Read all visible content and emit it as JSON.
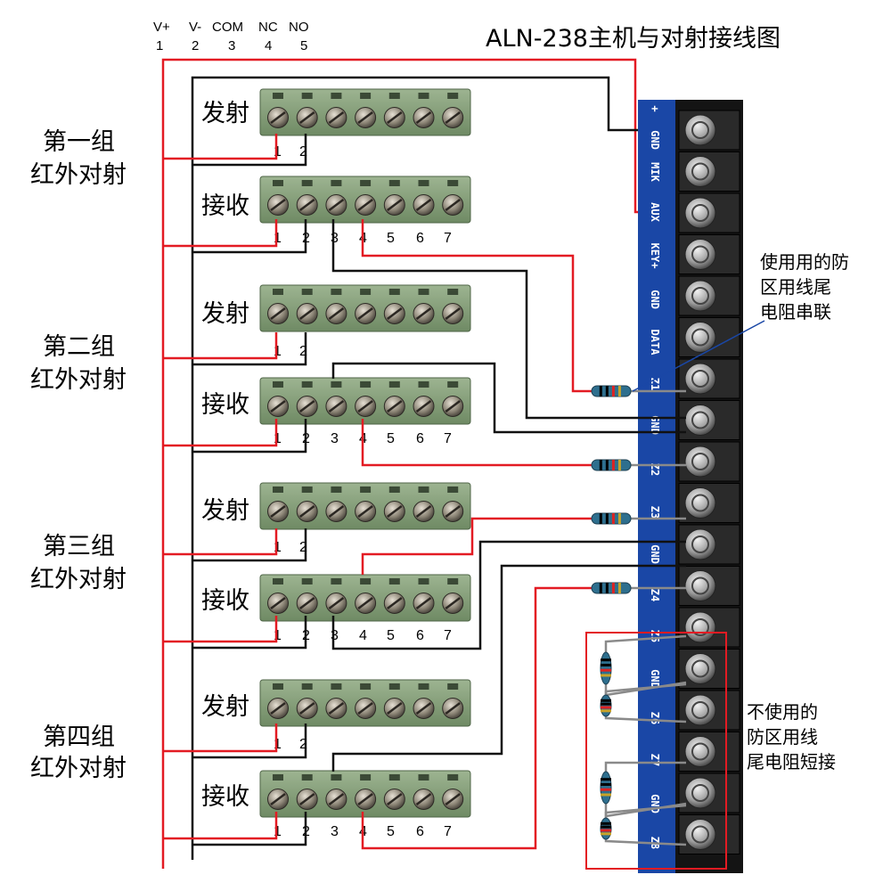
{
  "title": "ALN-238主机与对射接线图",
  "bus_headers": [
    {
      "name": "V+",
      "num": "1"
    },
    {
      "name": "V-",
      "num": "2"
    },
    {
      "name": "COM",
      "num": "3"
    },
    {
      "name": "NC",
      "num": "4"
    },
    {
      "name": "NO",
      "num": "5"
    }
  ],
  "groups": [
    {
      "line1": "第一组",
      "line2": "红外对射"
    },
    {
      "line1": "第二组",
      "line2": "红外对射"
    },
    {
      "line1": "第三组",
      "line2": "红外对射"
    },
    {
      "line1": "第四组",
      "line2": "红外对射"
    }
  ],
  "device_labels": {
    "transmitter": "发射",
    "receiver": "接收"
  },
  "terminal_numbers": [
    "1",
    "2",
    "3",
    "4",
    "5",
    "6",
    "7"
  ],
  "host_terminals": [
    "+",
    "GND",
    "MIK",
    "AUX",
    "KEY+",
    "GND",
    "DATA",
    "Z1",
    "GND",
    "Z2",
    "Z3",
    "GND",
    "Z4",
    "Z5",
    "GND",
    "Z6",
    "Z7",
    "GND",
    "Z8"
  ],
  "annotations": {
    "used_zone": [
      "使用用的防",
      "区用线尾",
      "电阻串联"
    ],
    "unused_zone": [
      "不使用的",
      "防区用线",
      "尾电阻短接"
    ]
  },
  "colors": {
    "power_positive": "#e31b23",
    "power_negative": "#111111",
    "terminal_block": "#7d9a72",
    "host_board": "#1a47a6",
    "unused_box": "#e31b23"
  }
}
